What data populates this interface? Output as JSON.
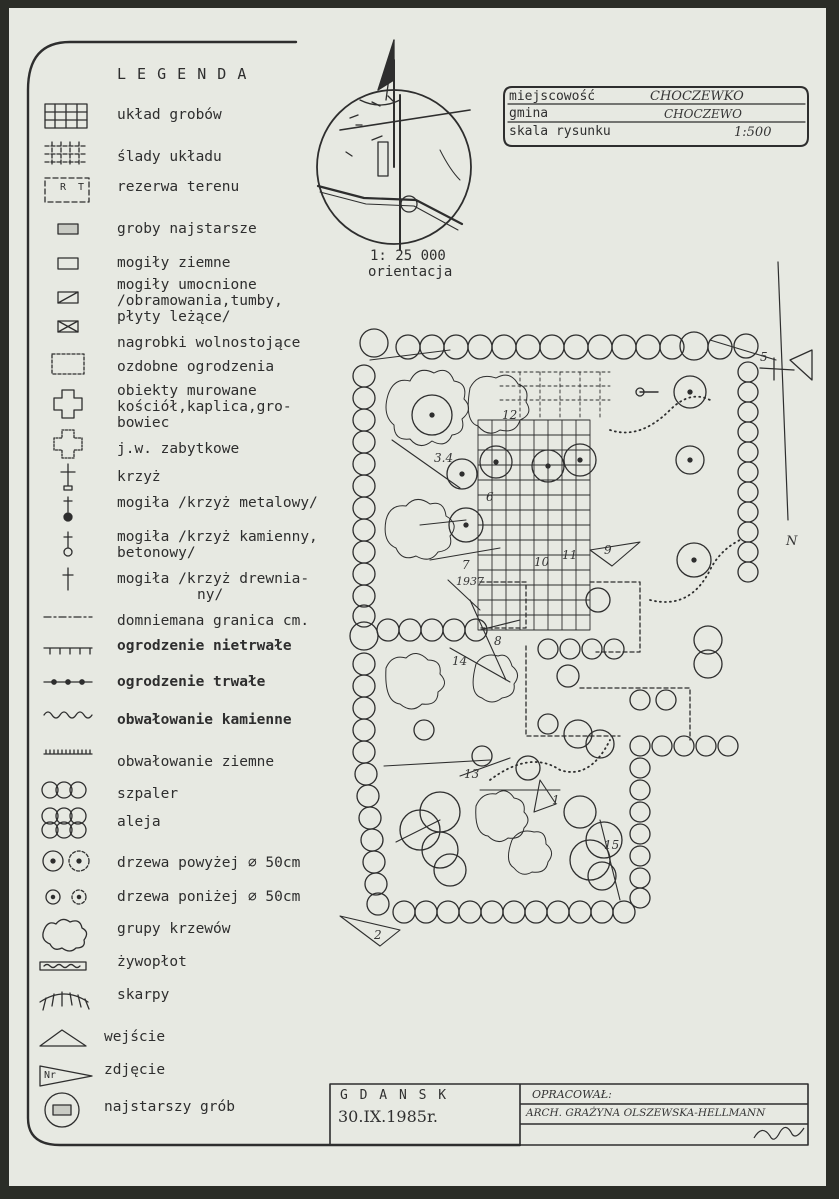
{
  "legend": {
    "title": "L E G E N D A",
    "items": [
      {
        "id": "uklad-grobow",
        "label": "układ grobów"
      },
      {
        "id": "slady-ukladu",
        "label": "ślady układu"
      },
      {
        "id": "rezerwa-terenu",
        "label": "rezerwa terenu",
        "symbol_text": "R T"
      },
      {
        "id": "groby-najstarsze",
        "label": "groby najstarsze"
      },
      {
        "id": "mogily-ziemne",
        "label": "mogiły ziemne"
      },
      {
        "id": "mogily-umocnione",
        "lines": [
          "mogiły umocnione",
          "/obramowania,tumby,",
          "płyty leżące/"
        ]
      },
      {
        "id": "nagrobki",
        "label": "nagrobki wolnostojące"
      },
      {
        "id": "ozdobne-ogrodzenia",
        "label": "ozdobne ogrodzenia"
      },
      {
        "id": "obiekty-murowane",
        "lines": [
          "obiekty murowane",
          "kościół,kaplica,gro-",
          "bowiec"
        ]
      },
      {
        "id": "jw-zabytkowe",
        "label": "j.w. zabytkowe"
      },
      {
        "id": "krzyz",
        "label": "krzyż"
      },
      {
        "id": "mogila-metalowy",
        "label": "mogiła /krzyż metalowy/"
      },
      {
        "id": "mogila-kamienny",
        "lines": [
          "mogiła /krzyż kamienny,",
          "betonowy/"
        ]
      },
      {
        "id": "mogila-drewniany",
        "lines": [
          "mogiła /krzyż drewnia-",
          "ny/"
        ]
      },
      {
        "id": "granica",
        "label": "domniemana granica cm."
      },
      {
        "id": "ogrodzenie-nietrwale",
        "label": "ogrodzenie nietrwałe"
      },
      {
        "id": "ogrodzenie-trwale",
        "label": "ogrodzenie trwałe"
      },
      {
        "id": "obwalowanie-kamienne",
        "label": "obwałowanie kamienne"
      },
      {
        "id": "obwalowanie-ziemne",
        "label": "obwałowanie ziemne"
      },
      {
        "id": "szpaler",
        "label": "szpaler"
      },
      {
        "id": "aleja",
        "label": "aleja"
      },
      {
        "id": "drzewa-powyzej",
        "label": "drzewa powyżej ∅ 50cm"
      },
      {
        "id": "drzewa-ponizej",
        "label": "drzewa poniżej ∅ 50cm"
      },
      {
        "id": "grupy-krzewow",
        "label": "grupy krzewów"
      },
      {
        "id": "zywoplot",
        "label": "żywopłot"
      },
      {
        "id": "skarpy",
        "label": "skarpy"
      },
      {
        "id": "wejscie",
        "label": "wejście"
      },
      {
        "id": "zdjecie",
        "label": "zdjęcie",
        "symbol_text": "Nr"
      },
      {
        "id": "najstarszy-grob",
        "label": "najstarszy grób"
      }
    ]
  },
  "orientation": {
    "scale": "1: 25 000",
    "label": "orientacja"
  },
  "info_box": {
    "miejscowosc_label": "miejscowość",
    "miejscowosc_value": "CHOCZEWKO",
    "gmina_label": "gmina",
    "gmina_value": "CHOCZEWO",
    "skala_label": "skala rysunku",
    "skala_value": "1:500"
  },
  "plan": {
    "north_letter": "N",
    "year_label": "1937",
    "photo_numbers": [
      "1",
      "2",
      "3.4",
      "5",
      "6",
      "7",
      "8",
      "9",
      "10",
      "11",
      "12",
      "13",
      "14",
      "15"
    ]
  },
  "title_block": {
    "city": "G D A N S K",
    "date": "30.IX.1985r.",
    "prepared_label": "OPRACOWAŁ:",
    "author": "ARCH. GRAŻYNA OLSZEWSKA-HELLMANN"
  },
  "colors": {
    "paper": "#e7e9e2",
    "ink": "#2a2a2a",
    "dark_edge": "#2b2d27"
  }
}
